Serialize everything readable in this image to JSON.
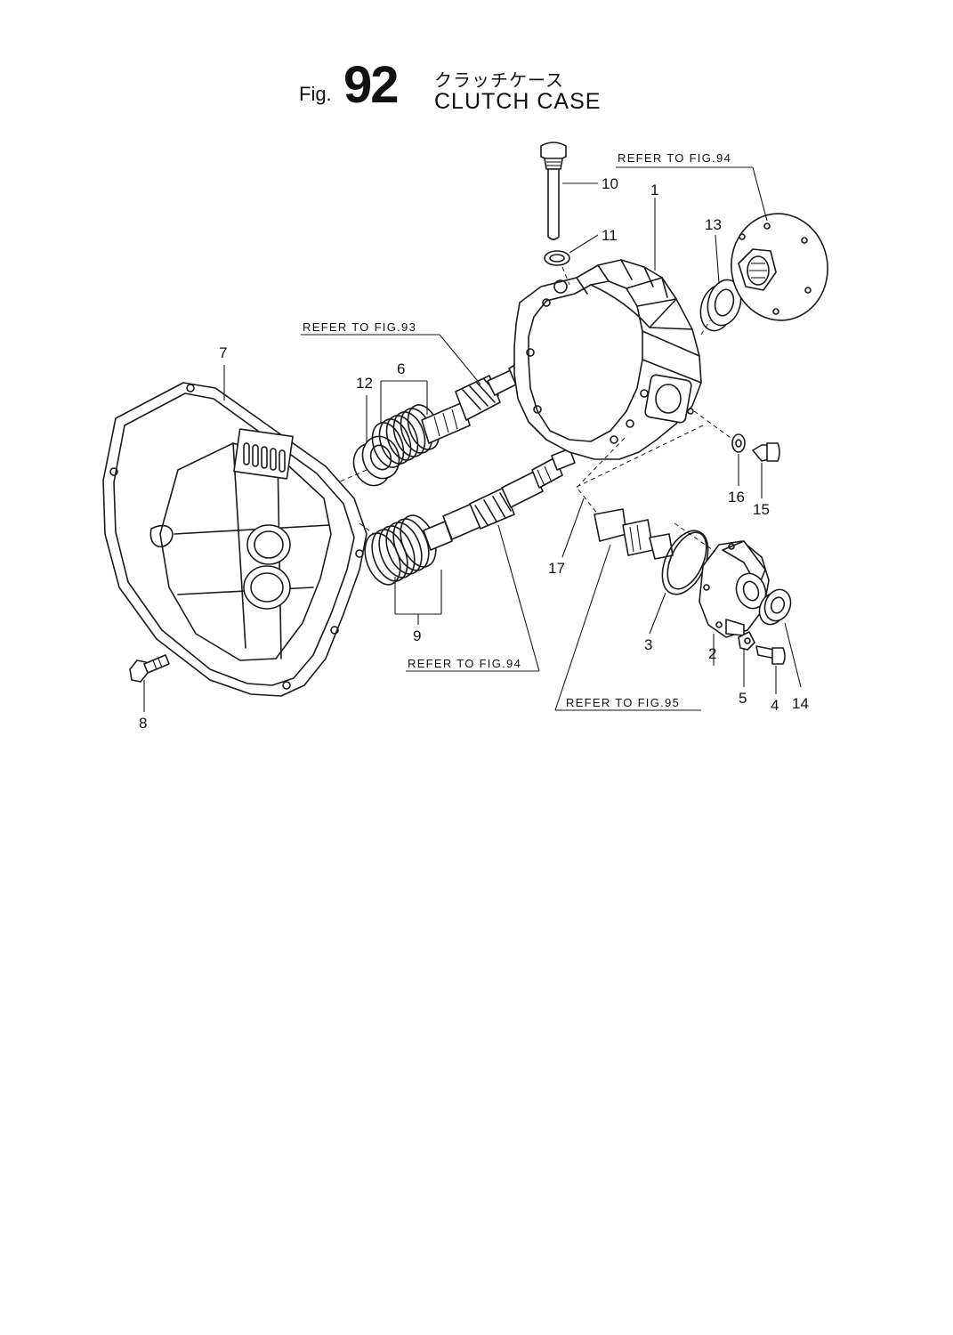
{
  "figure": {
    "prefix": "Fig.",
    "number": "92",
    "title_jp": "クラッチケース",
    "title_en": "CLUTCH CASE"
  },
  "references": [
    {
      "id": "ref-fig94-top",
      "text": "REFER TO FIG.94"
    },
    {
      "id": "ref-fig93",
      "text": "REFER TO FIG.93"
    },
    {
      "id": "ref-fig94-bottom",
      "text": "REFER TO FIG.94"
    },
    {
      "id": "ref-fig95",
      "text": "REFER TO FIG.95"
    }
  ],
  "callouts": [
    "1",
    "2",
    "3",
    "4",
    "5",
    "6",
    "7",
    "8",
    "9",
    "10",
    "11",
    "12",
    "13",
    "14",
    "15",
    "16",
    "17"
  ],
  "parts": [
    {
      "callout": "1",
      "icon": "clutch-case-housing-icon"
    },
    {
      "callout": "2",
      "icon": "flange-housing-icon"
    },
    {
      "callout": "3",
      "icon": "o-ring-icon"
    },
    {
      "callout": "4",
      "icon": "bolt-icon"
    },
    {
      "callout": "5",
      "icon": "washer-icon"
    },
    {
      "callout": "6",
      "icon": "gear-shaft-assembly-icon"
    },
    {
      "callout": "7",
      "icon": "mounting-plate-icon"
    },
    {
      "callout": "8",
      "icon": "bolt-icon"
    },
    {
      "callout": "9",
      "icon": "spring-icon"
    },
    {
      "callout": "10",
      "icon": "dipstick-icon"
    },
    {
      "callout": "11",
      "icon": "gasket-icon"
    },
    {
      "callout": "12",
      "icon": "bearing-icon"
    },
    {
      "callout": "13",
      "icon": "oil-seal-icon"
    },
    {
      "callout": "14",
      "icon": "oil-seal-icon"
    },
    {
      "callout": "15",
      "icon": "plug-icon"
    },
    {
      "callout": "16",
      "icon": "washer-icon"
    },
    {
      "callout": "17",
      "icon": "shaft-icon"
    }
  ]
}
